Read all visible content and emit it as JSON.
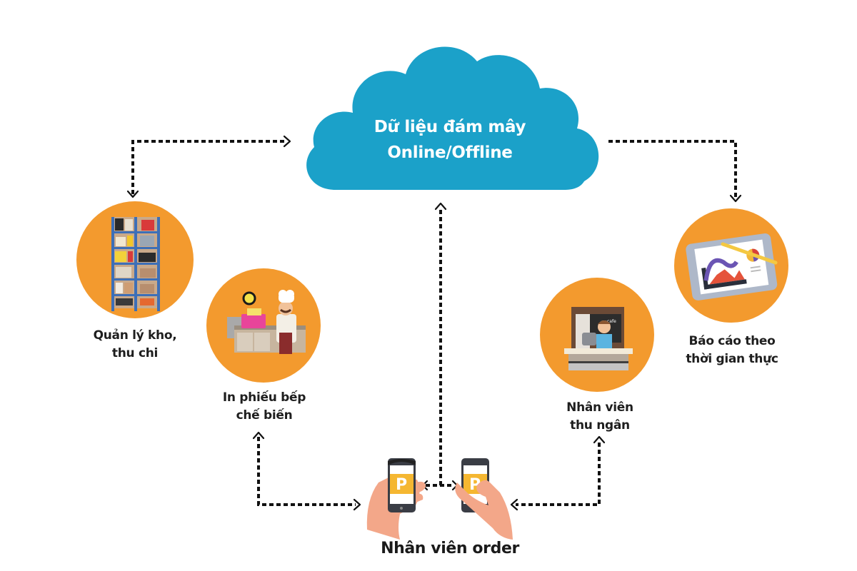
{
  "colors": {
    "cloud": "#1ba1c9",
    "node_circle": "#f39a2e",
    "arrow": "#111111",
    "text": "#1e1e1e",
    "app_brand": "#f5b731"
  },
  "cloud": {
    "icon": "cloud-icon",
    "line1": "Dữ liệu đám mây",
    "line2": "Online/Offline"
  },
  "nodes": [
    {
      "id": "warehouse",
      "icon": "bookshelf-icon",
      "line1": "Quản lý kho,",
      "line2": "thu chi"
    },
    {
      "id": "kitchen",
      "icon": "chef-printer-icon",
      "line1": "In phiếu bếp",
      "line2": "chế biến"
    },
    {
      "id": "cashier",
      "icon": "cashier-icon",
      "line1": "Nhân viên",
      "line2": "thu ngân"
    },
    {
      "id": "report",
      "icon": "tablet-report-icon",
      "line1": "Báo cáo theo",
      "line2": "thời gian  thực"
    }
  ],
  "order": {
    "icon": "smartphone-app-icon",
    "app_logo_letter": "P",
    "label": "Nhân viên order"
  },
  "connections": [
    {
      "from": "cloud",
      "to": "warehouse",
      "style": "dotted",
      "direction": "both"
    },
    {
      "from": "cloud",
      "to": "report",
      "style": "dotted",
      "direction": "to"
    },
    {
      "from": "order",
      "to": "cloud",
      "style": "dotted",
      "direction": "to"
    },
    {
      "from": "kitchen",
      "to": "order",
      "style": "dotted",
      "direction": "both"
    },
    {
      "from": "cashier",
      "to": "order",
      "style": "dotted",
      "direction": "both"
    },
    {
      "from": "order-phone-left",
      "to": "order-phone-right",
      "style": "dotted",
      "direction": "both"
    }
  ]
}
